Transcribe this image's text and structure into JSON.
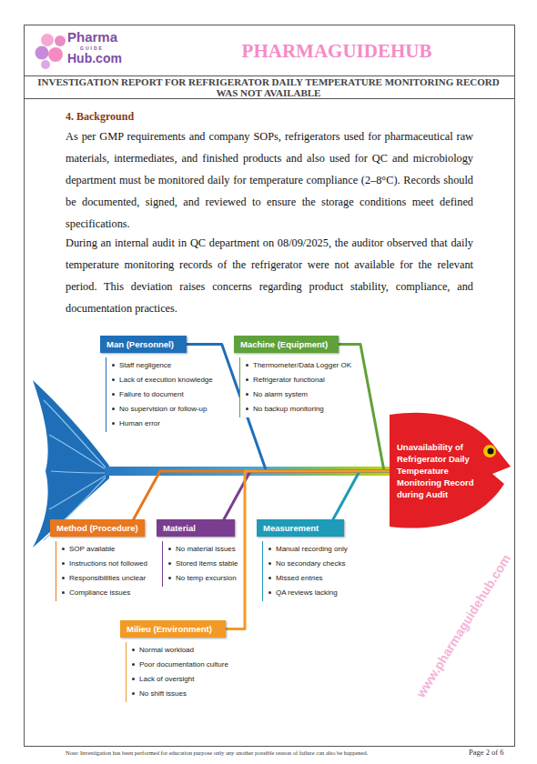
{
  "diagram": {
    "title": "INVESTIGATION REPORT FOR REFRIGERATOR DAILY TEMPERATURE MONITORING RECORD WAS NOT AVAILABLE",
    "nodes": [
      {
        "text": [
          "Man (Personnel)",
          "Staff negligence",
          "Lack of execution knowledge",
          "Failure to document",
          "No supervision or follow-up",
          "Human error"
        ]
      },
      {
        "text": [
          "Machine (Equipment)",
          "Thermometer/Data Logger OK",
          "Refrigerator functional",
          "No alarm system",
          "No backup monitoring"
        ]
      },
      {
        "text": [
          "Method (Procedure)",
          "SOP available",
          "Instructions not followed",
          "Responsibilities unclear",
          "Compliance issues"
        ]
      },
      {
        "text": [
          "Material",
          "No material issues",
          "Stored items stable",
          "No temp excursion"
        ]
      },
      {
        "text": [
          "Measurement",
          "Manual recording only",
          "No secondary checks",
          "Missed entries",
          "QA reviews lacking"
        ]
      },
      {
        "text": [
          "Milieu (Environment)",
          "Normal workload",
          "Poor documentation culture",
          "Lack of oversight",
          "No shift issues"
        ]
      },
      {
        "text": [
          "Unavailability of Refrigerator Daily Temperature Monitoring Record during Audit"
        ]
      }
    ],
    "edges": [
      {
        "from": 0,
        "to": 6,
        "arrow": "none"
      },
      {
        "from": 1,
        "to": 6,
        "arrow": "none"
      },
      {
        "from": 2,
        "to": 6,
        "arrow": "none"
      },
      {
        "from": 3,
        "to": 6,
        "arrow": "none"
      },
      {
        "from": 4,
        "to": 6,
        "arrow": "none"
      },
      {
        "from": 5,
        "to": 6,
        "arrow": "none"
      }
    ],
    "labels": [
      "Pharma",
      "GUIDE",
      "Hub.com",
      "PHARMAGUIDEHUB",
      "4. Background",
      "As per GMP requirements and company SOPs, refrigerators used for pharmaceutical raw materials, intermediates, and finished products and also used for QC and microbiology department must be monitored daily for temperature compliance (2–8°C). Records should be documented, signed, and reviewed to ensure the storage conditions meet defined specifications.",
      "During an internal audit in QC department on 08/09/2025, the auditor observed that daily temperature monitoring records of the refrigerator were not available for the relevant period. This deviation raises concerns regarding product stability, compliance, and documentation practices.",
      "www.pharmaguidehub.com",
      "Note: Investigation has been performed for education purpose only any another possible reason of failure can also be happened.",
      "Page 2 of 6"
    ]
  }
}
